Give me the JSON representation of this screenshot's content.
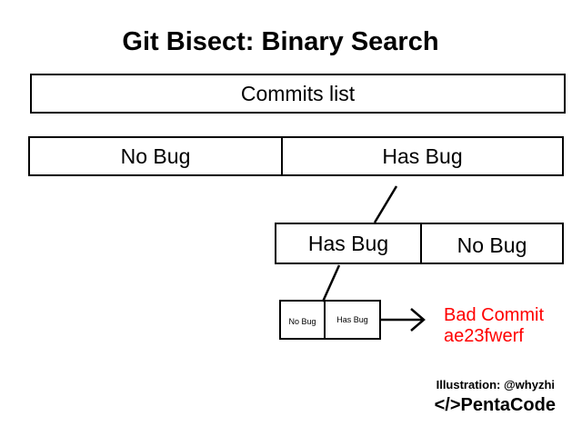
{
  "title": "Git Bisect: Binary Search",
  "commits_list": "Commits list",
  "level1": {
    "left": "No Bug",
    "right": "Has Bug"
  },
  "level2": {
    "left": "Has Bug",
    "right": "No Bug"
  },
  "level3": {
    "left": "No Bug",
    "right": "Has Bug"
  },
  "result": {
    "line1": "Bad Commit",
    "line2": "ae23fwerf",
    "color": "#ff0000"
  },
  "credit": "Illustration: @whyzhi",
  "brand": "</>PentaCode"
}
